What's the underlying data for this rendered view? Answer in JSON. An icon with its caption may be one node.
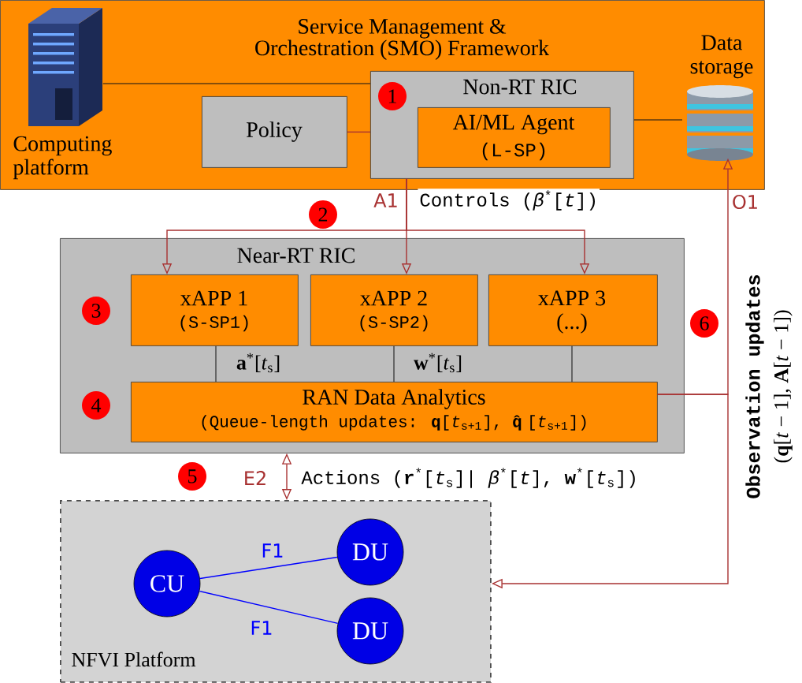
{
  "diagram": {
    "nodes": [
      {
        "text": [
          "Service Management & Orchestration (SMO) Framework"
        ]
      },
      {
        "text": [],
        "shape": "picture",
        "in": 0,
        "beside": [
          "Computing platform"
        ]
      },
      {
        "text": [
          "Policy"
        ],
        "in": 0
      },
      {
        "text": [
          "Non-RT RIC"
        ],
        "in": 0
      },
      {
        "text": [
          "1"
        ],
        "in": 3
      },
      {
        "text": [
          "AI/ML Agent",
          "(L-SP)"
        ],
        "in": 3
      },
      {
        "text": [],
        "shape": "picture",
        "in": 0,
        "beside": [
          "Data storage"
        ]
      },
      {
        "text": [
          "2"
        ]
      },
      {
        "text": [
          "Near-RT RIC"
        ]
      },
      {
        "text": [
          "3"
        ],
        "in": 8
      },
      {
        "text": [
          "xAPP 1",
          "(S-SP1)"
        ],
        "in": 8
      },
      {
        "text": [
          "xAPP 2",
          "(S-SP2)"
        ],
        "in": 8
      },
      {
        "text": [
          "xAPP 3",
          "(...)"
        ],
        "in": 8
      },
      {
        "text": [
          "4"
        ],
        "in": 8
      },
      {
        "text": [
          "RAN Data Analytics",
          "(Queue-length updates: **q**[*t*$_{s+1}$], **q̂**[*t*$_{s+1}$])"
        ],
        "in": 8
      },
      {
        "text": [
          "5"
        ]
      },
      {
        "text": [
          "NFVI Platform"
        ]
      },
      {
        "text": [
          "CU"
        ],
        "in": 16
      },
      {
        "text": [
          "DU"
        ],
        "in": 16
      },
      {
        "text": [
          "DU"
        ],
        "in": 16
      },
      {
        "text": [
          "6"
        ]
      }
    ],
    "edges": [
      {
        "from": 1,
        "to": 3,
        "arrow": "none",
        "color": "#5c3a10"
      },
      {
        "from": 2,
        "to": 3,
        "arrow": "none"
      },
      {
        "from": 3,
        "to": 6,
        "arrow": "none",
        "color": "#5c3a10"
      },
      {
        "from": 3,
        "to": 10,
        "arrow": "to"
      },
      {
        "from": 3,
        "to": 11,
        "arrow": "to",
        "label": "A1"
      },
      {
        "from": 3,
        "to": 12,
        "arrow": "to"
      },
      {
        "from": 10,
        "to": 14,
        "arrow": "none",
        "label": "**a**$^{*}$[*t*$_{s}$]",
        "color": "#404040"
      },
      {
        "from": 11,
        "to": 14,
        "arrow": "none",
        "label": "**w**$^{*}$[*t*$_{s}$]",
        "color": "#404040"
      },
      {
        "from": 12,
        "to": 14,
        "arrow": "none",
        "color": "#404040"
      },
      {
        "from": 14,
        "to": 6,
        "arrow": "to",
        "label": "O1"
      },
      {
        "from": 14,
        "to": 16,
        "arrow": "to"
      },
      {
        "from": 8,
        "to": 16,
        "arrow": "both",
        "label": "E2"
      },
      {
        "from": 17,
        "to": 18,
        "arrow": "none",
        "label": "F1",
        "color": "#0000ff"
      },
      {
        "from": 17,
        "to": 19,
        "arrow": "none",
        "label": "F1",
        "color": "#0000ff"
      }
    ],
    "labels": [
      "Controls (*β*$^{*}$[*t*])",
      "Observation updates",
      "(**q**[*t* − 1], **A**[*t* − 1])",
      "Actions (**r**$^{*}$[*t*$_{s}$]| *β*$^{*}$[*t*], **w**$^{*}$[*t*$_{s}$])"
    ]
  }
}
